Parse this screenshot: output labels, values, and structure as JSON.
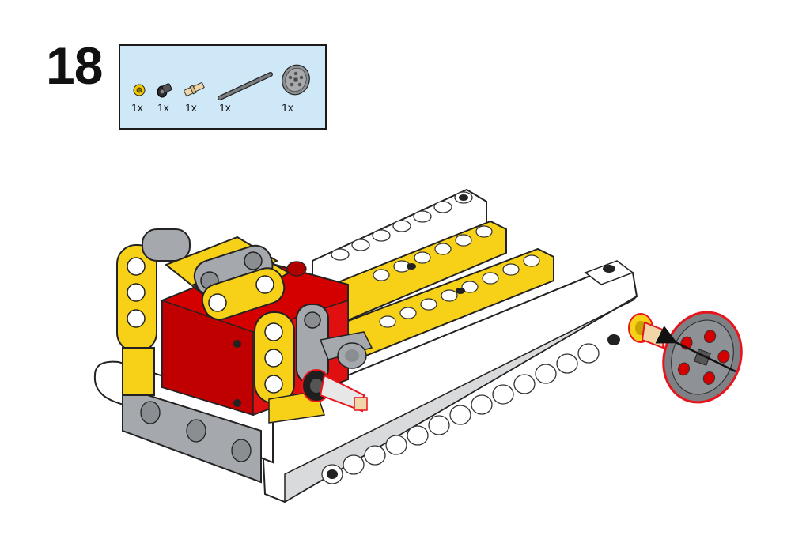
{
  "step": {
    "number": "18"
  },
  "parts_list": [
    {
      "icon": "yellow-bushing-icon",
      "quantity": "1x"
    },
    {
      "icon": "black-pin-icon",
      "quantity": "1x"
    },
    {
      "icon": "tan-axle-pin-icon",
      "quantity": "1x"
    },
    {
      "icon": "dark-gray-axle-icon",
      "quantity": "1x"
    },
    {
      "icon": "gray-wheel-icon",
      "quantity": "1x"
    }
  ],
  "colors": {
    "parts_box_bg": "#cfe8f8",
    "yellow": "#f7d117",
    "red": "#d40000",
    "light_gray": "#a0a5a9",
    "white": "#ffffff",
    "dark_gray": "#6b6e70",
    "highlight_outline": "#e8141c"
  }
}
